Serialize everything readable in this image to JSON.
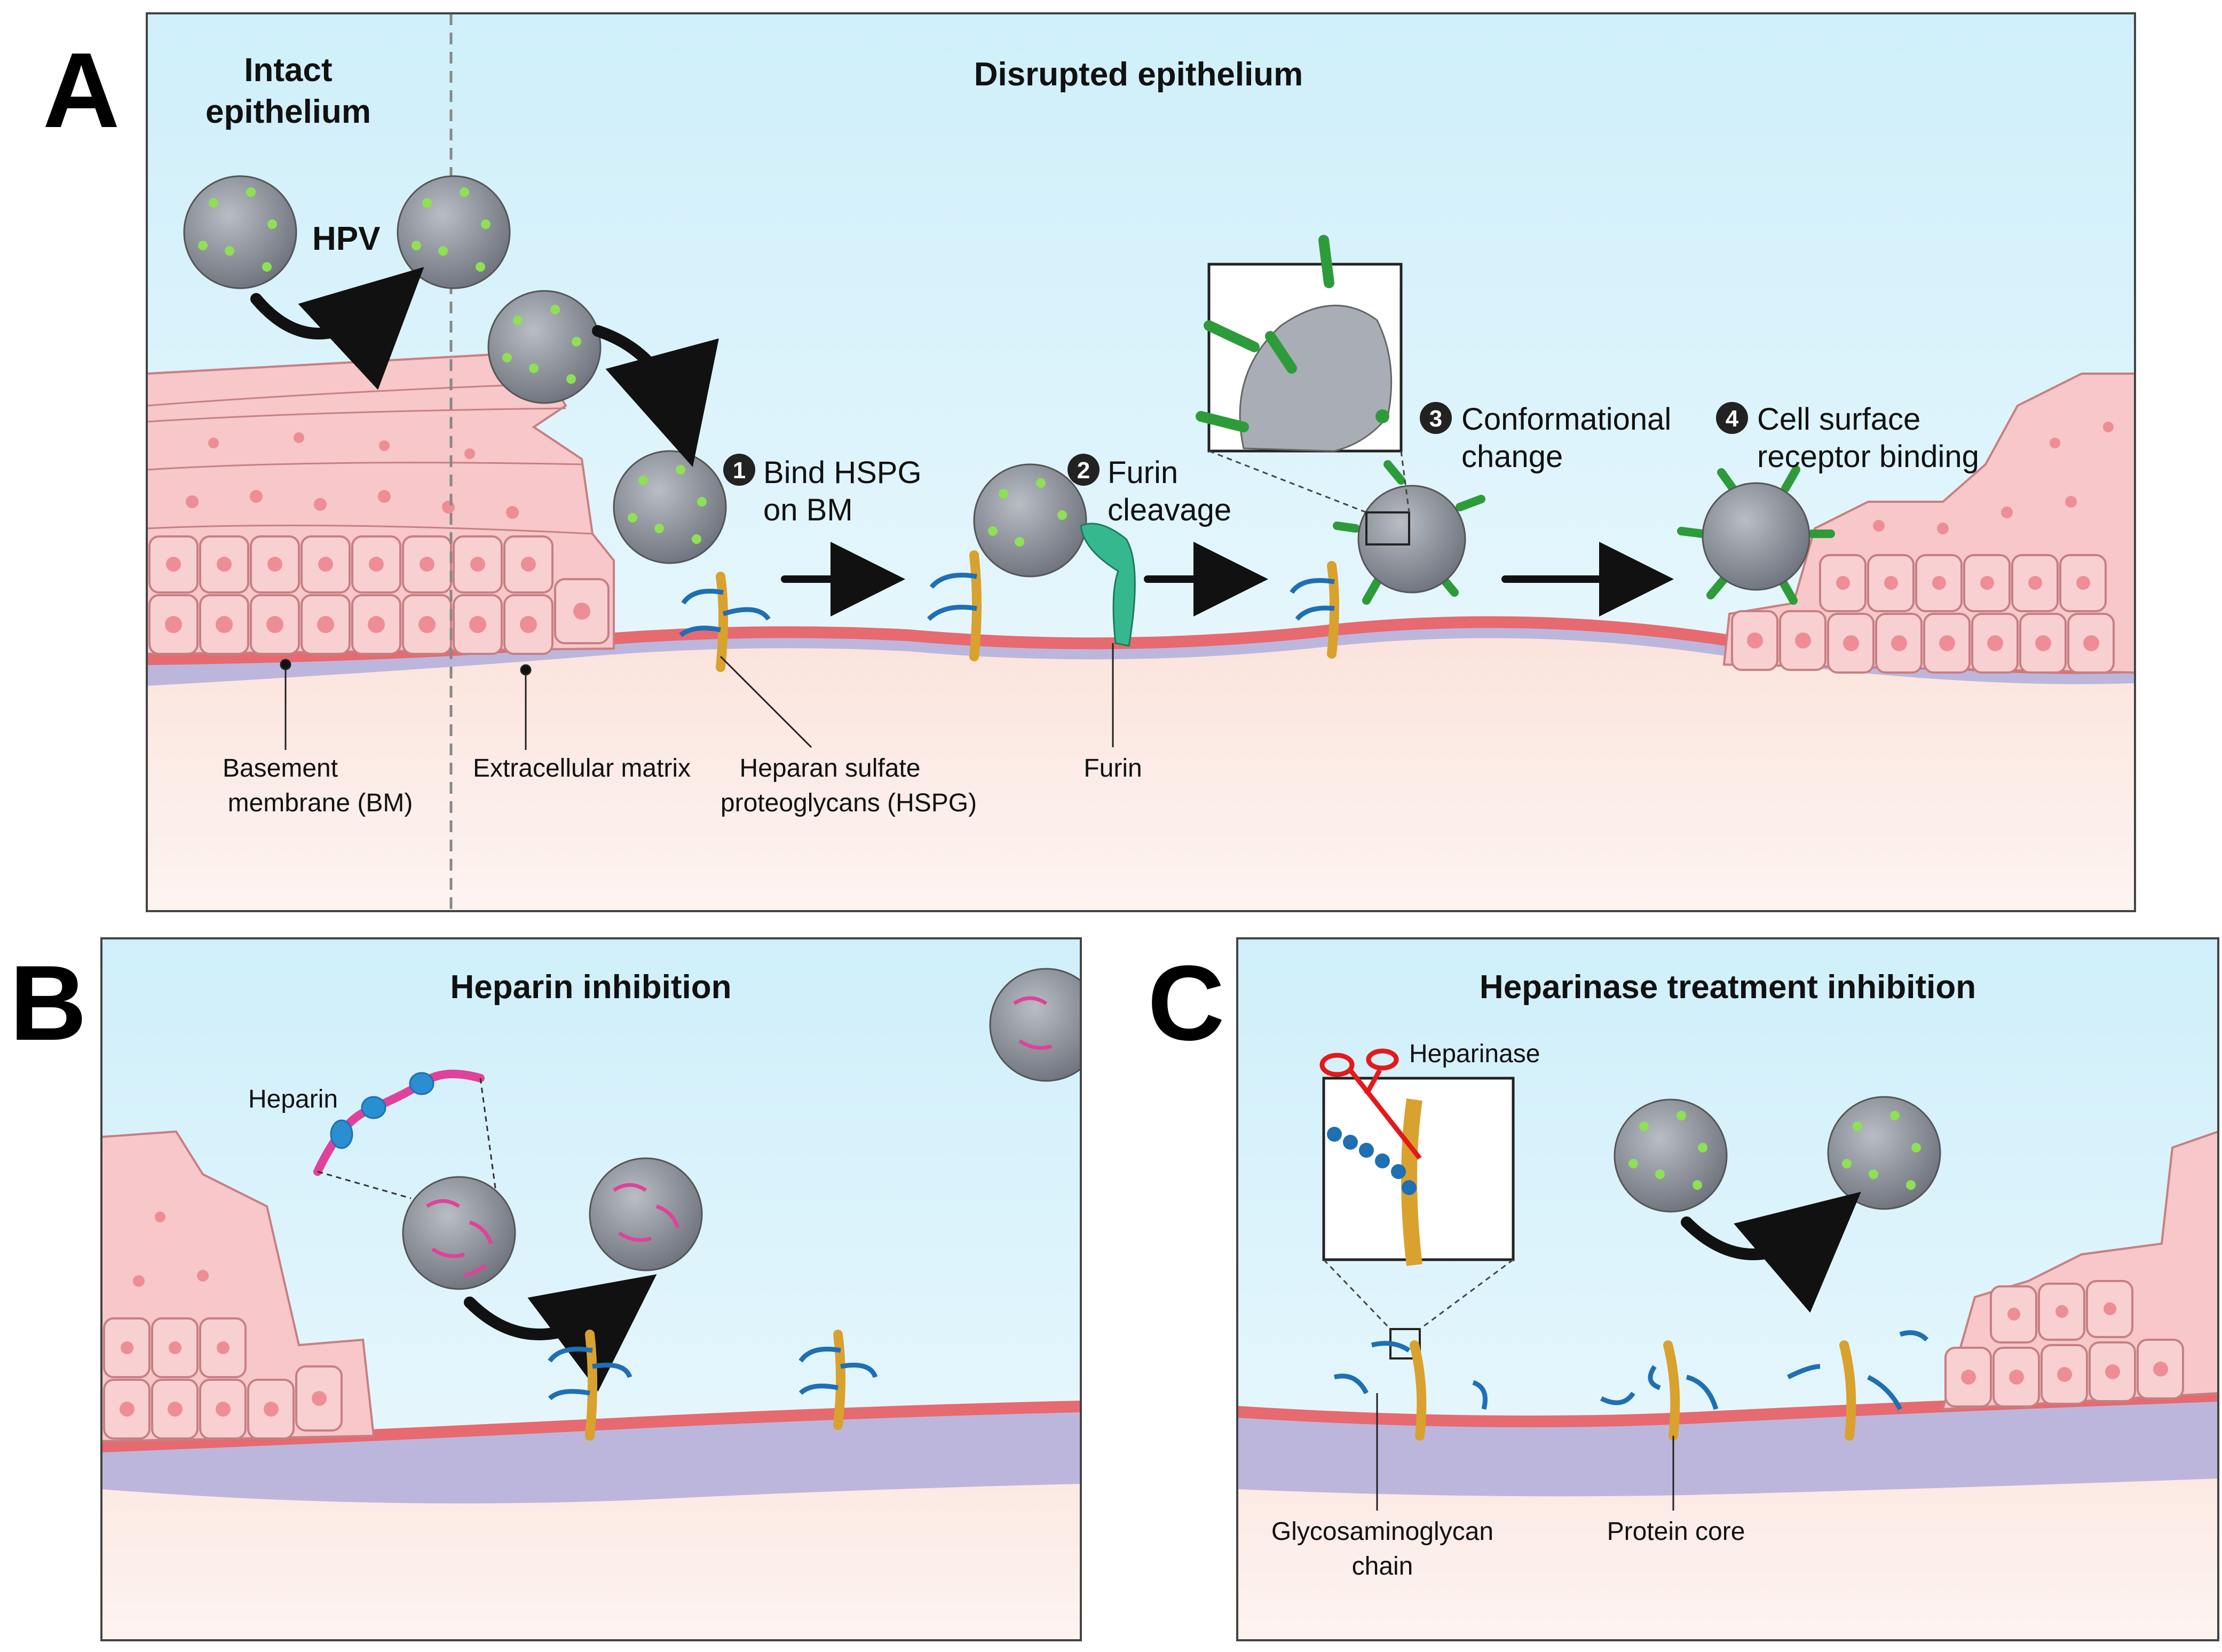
{
  "panels": {
    "A": {
      "letter": "A",
      "title_left_1": "Intact",
      "title_left_2": "epithelium",
      "title_right": "Disrupted epithelium",
      "virus_label": "HPV",
      "steps": [
        {
          "num": "1",
          "line1": "Bind HSPG",
          "line2": "on BM"
        },
        {
          "num": "2",
          "line1": "Furin",
          "line2": "cleavage"
        },
        {
          "num": "3",
          "line1": "Conformational",
          "line2": "change"
        },
        {
          "num": "4",
          "line1": "Cell surface",
          "line2": "receptor binding"
        }
      ],
      "labels": {
        "bm_1": "Basement",
        "bm_2": "membrane (BM)",
        "ecm": "Extracellular matrix",
        "hspg_1": "Heparan sulfate",
        "hspg_2": "proteoglycans (HSPG)",
        "furin": "Furin"
      }
    },
    "B": {
      "letter": "B",
      "title": "Heparin inhibition",
      "heparin_label": "Heparin"
    },
    "C": {
      "letter": "C",
      "title": "Heparinase treatment inhibition",
      "heparinase_label": "Heparinase",
      "gag_1": "Glycosaminoglycan",
      "gag_2": "chain",
      "protein_core": "Protein core"
    }
  },
  "colors": {
    "sky_top": "#d2f1fb",
    "skin": "#f8cfd0",
    "membrane": "#e66a6f",
    "ecm": "#b9b3d9",
    "dermis": "#fbe6df",
    "virus": "#8f949d",
    "virus_dot": "#7fd04a",
    "gag": "#1f6fb4",
    "core": "#d9a12e",
    "furin": "#36b88f",
    "heparin": "#e0419b",
    "scissors": "#e3191c",
    "spike": "#2e9b3a"
  }
}
